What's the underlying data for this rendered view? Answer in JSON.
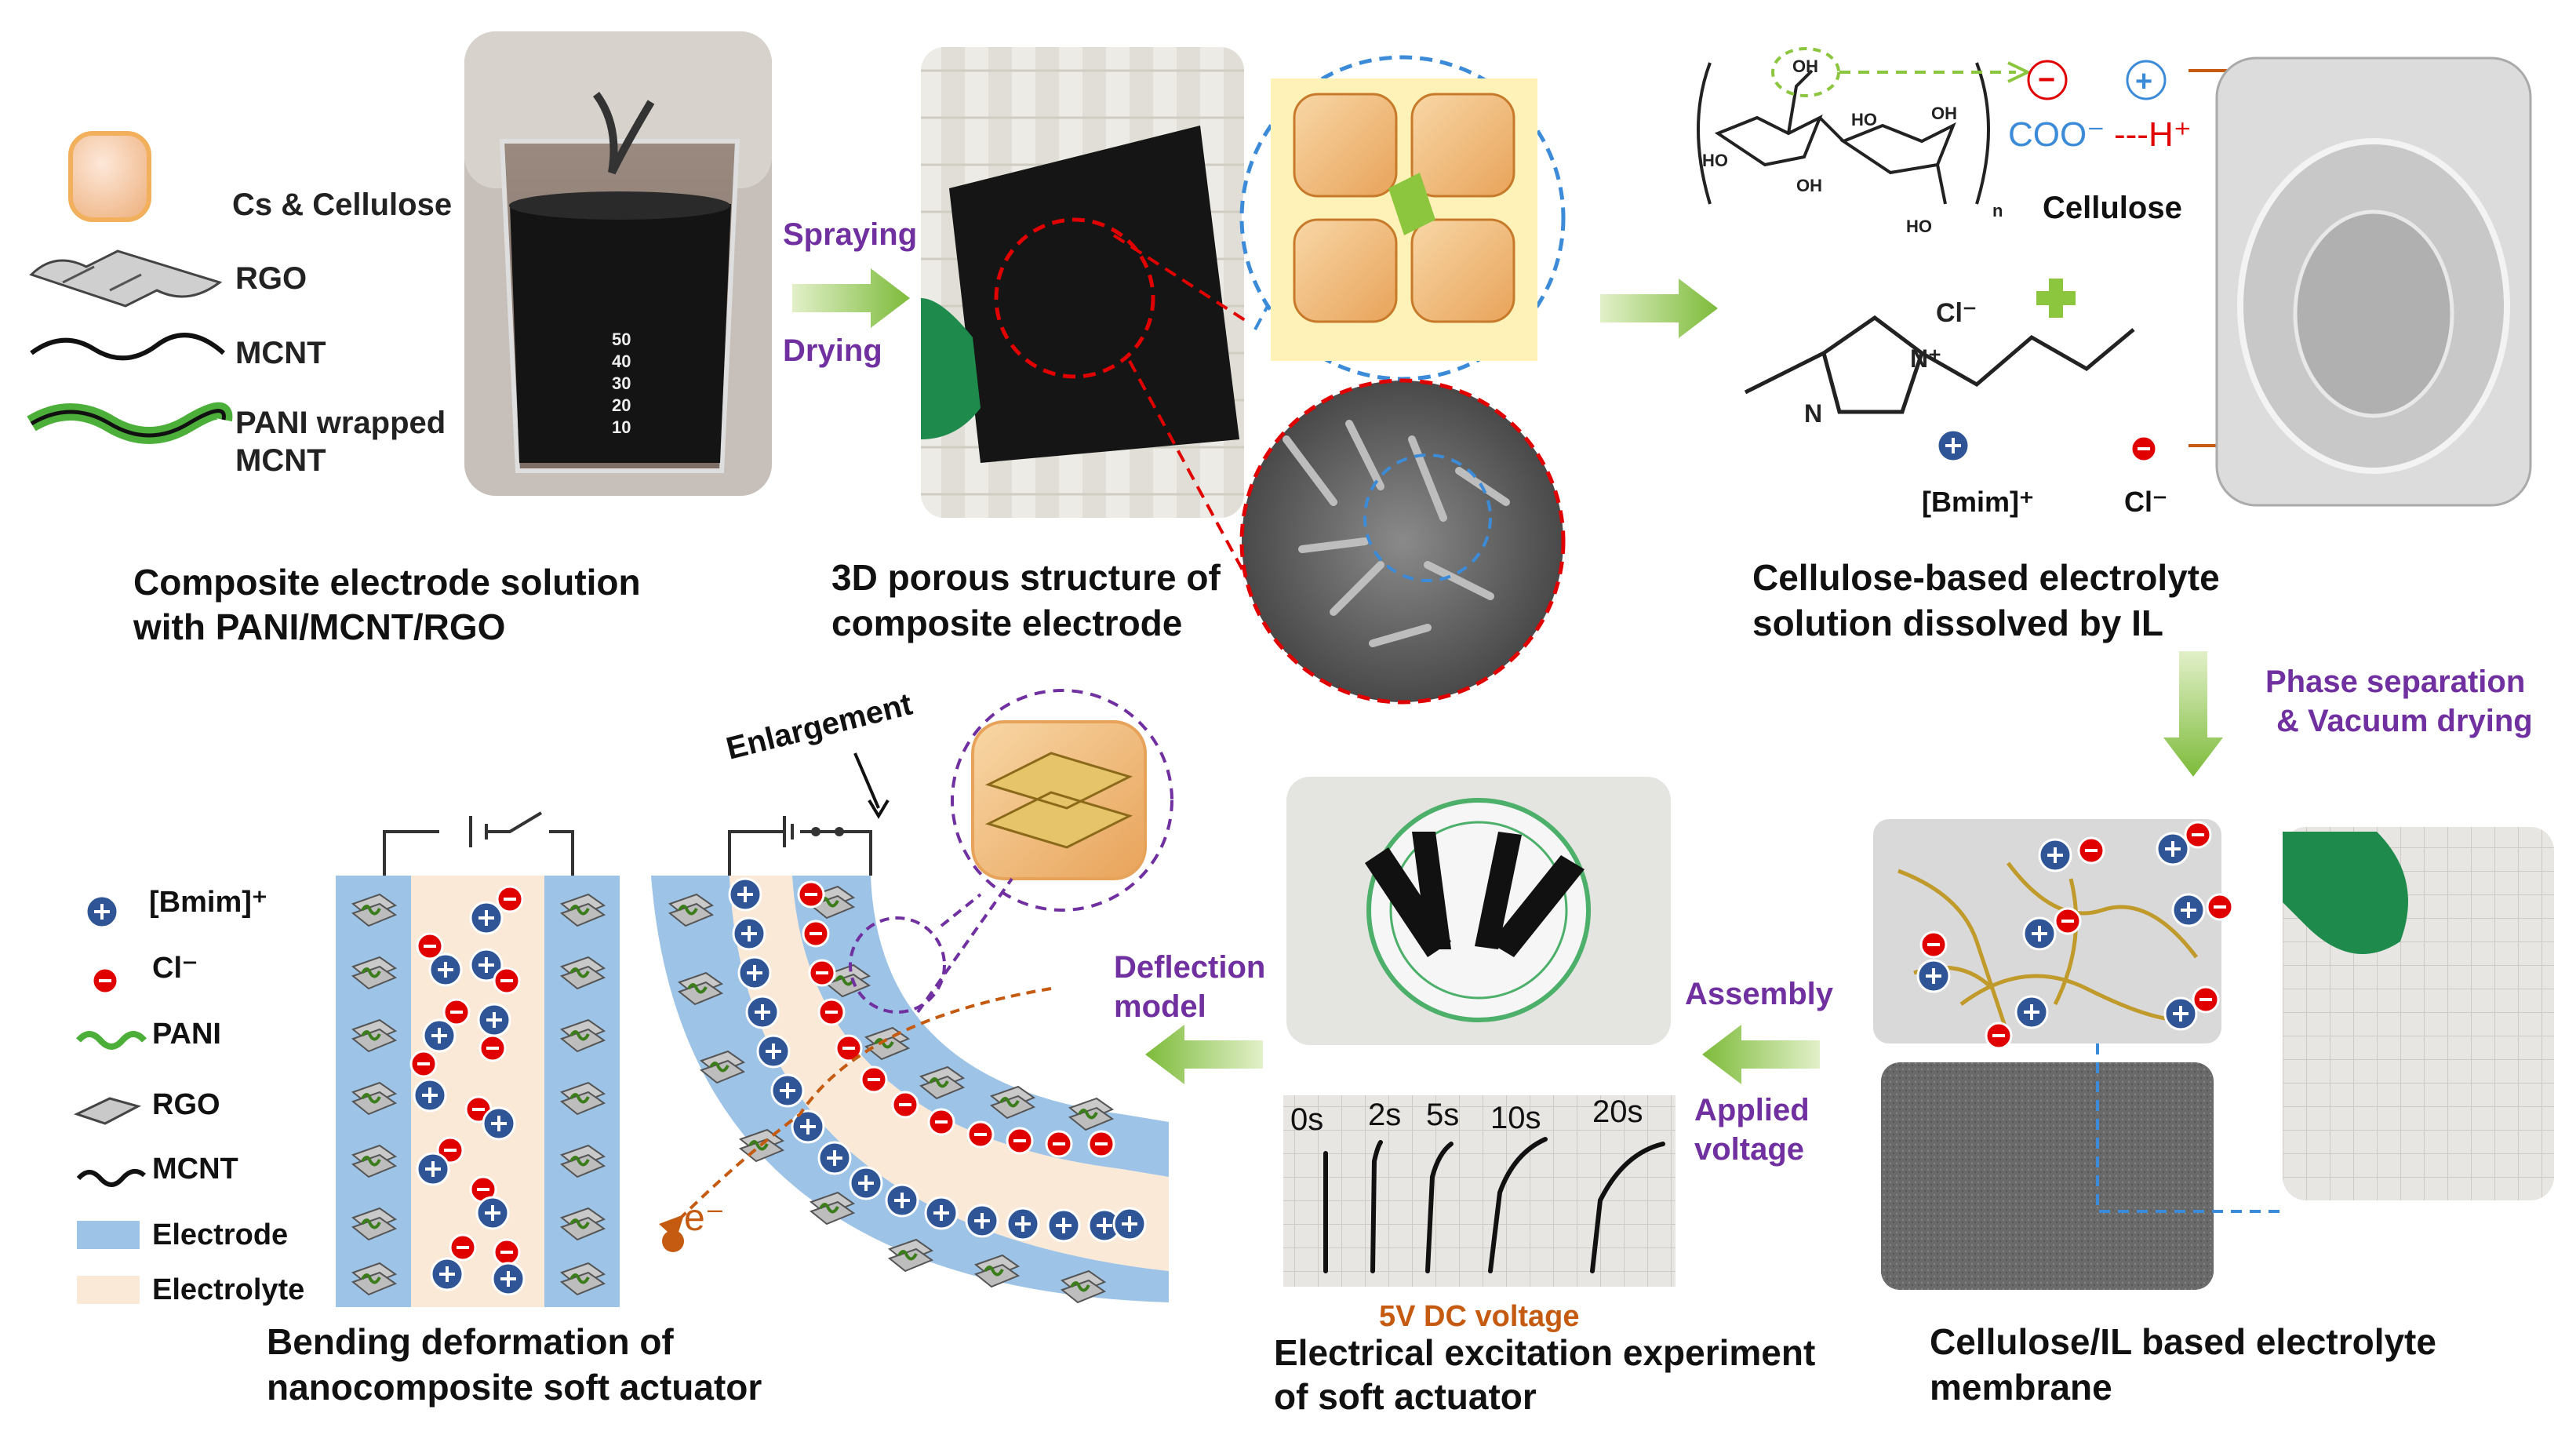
{
  "legend_top": {
    "cs_cellulose": "Cs & Cellulose",
    "rgo": "RGO",
    "mcnt": "MCNT",
    "pani_line1": "PANI wrapped",
    "pani_line2": "MCNT"
  },
  "step1": {
    "caption_line1": "Composite electrode solution",
    "caption_line2": "with PANI/MCNT/RGO",
    "beaker_marks": [
      "50",
      "40",
      "30",
      "20",
      "10"
    ]
  },
  "arrow1": {
    "label_top": "Spraying",
    "label_bottom": "Drying"
  },
  "step2": {
    "caption_line1": "3D porous structure of",
    "caption_line2": "composite electrode"
  },
  "step3": {
    "oh_top": "OH",
    "ho_left": "HO",
    "oh_mid1": "OH",
    "ho_mid": "HO",
    "oh_mid2": "OH",
    "ho_bottom": "HO",
    "n_sub": "n",
    "minus_sign": "−",
    "plus_sign": "+",
    "coo": "COO⁻",
    "h_bond": "---H⁺",
    "cellulose_label": "Cellulose",
    "cl_label": "Cl⁻",
    "n_plus": "N⁺",
    "n_atom": "N",
    "bmim_label": "[Bmim]⁺",
    "cl_ion_label": "Cl⁻",
    "caption_line1": "Cellulose-based electrolyte",
    "caption_line2": "solution dissolved by IL"
  },
  "arrow_down": {
    "label_line1": "Phase separation",
    "label_line2": "& Vacuum drying"
  },
  "step4": {
    "caption_line1": "Cellulose/IL based electrolyte",
    "caption_line2": "membrane"
  },
  "arrow_assembly": {
    "label_top": "Assembly",
    "label_bottom_line1": "Applied",
    "label_bottom_line2": "voltage"
  },
  "step5": {
    "times": [
      "0s",
      "2s",
      "5s",
      "10s",
      "20s"
    ],
    "voltage_label": "5V DC voltage",
    "caption_line1": "Electrical excitation experiment",
    "caption_line2": "of soft actuator"
  },
  "arrow_deflection": {
    "label_line1": "Deflection",
    "label_line2": "model"
  },
  "step6": {
    "enlargement_label": "Enlargement",
    "electron_label": "e⁻",
    "caption_line1": "Bending deformation of",
    "caption_line2": "nanocomposite soft actuator"
  },
  "legend_bottom": {
    "bmim": "[Bmim]⁺",
    "cl": "Cl⁻",
    "pani": "PANI",
    "rgo": "RGO",
    "mcnt": "MCNT",
    "electrode": "Electrode",
    "electrolyte": "Electrolyte"
  },
  "colors": {
    "purple_text": "#7030a0",
    "arrow_green": "#8dc63f",
    "cation_blue": "#2f5597",
    "anion_red": "#e00000",
    "electrode_blue": "#9dc3e6",
    "electrolyte_cream": "#fbe9d7",
    "orange_accent": "#c55a11"
  }
}
